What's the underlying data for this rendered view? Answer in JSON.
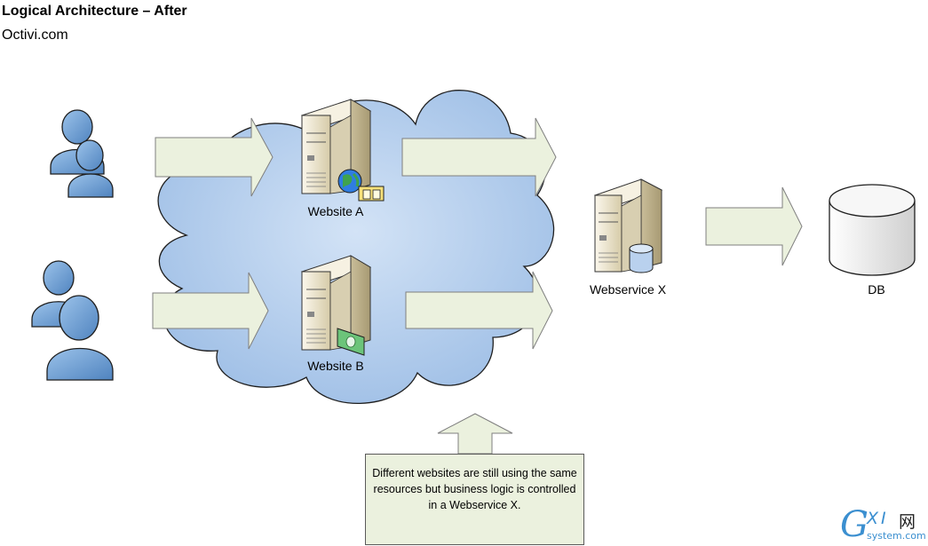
{
  "header": {
    "title": "Logical Architecture – After",
    "subtitle": "Octivi.com"
  },
  "nodes": {
    "website_a": "Website A",
    "website_b": "Website B",
    "webservice": "Webservice X",
    "db": "DB"
  },
  "note": {
    "text": "Different websites are still using the same resources but business logic is controlled in a Webservice X."
  },
  "watermark": {
    "logo": "GXI网",
    "site": "system.com"
  },
  "colors": {
    "arrow_fill": "#ebf1de",
    "arrow_stroke": "#7f7f7f",
    "cloud_fill": "#a9c6eb",
    "user_fill": "#6b9bd1",
    "server_fill": "#e4dcc5",
    "db_fill": "#f2f2f2"
  }
}
